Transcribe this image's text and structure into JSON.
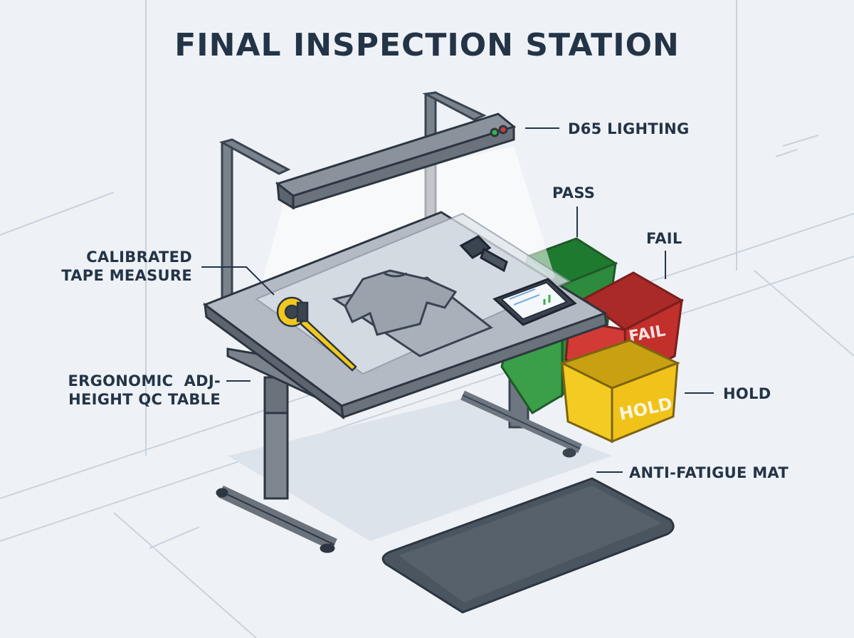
{
  "title": "FINAL INSPECTION STATION",
  "callouts": {
    "lighting": "D65 LIGHTING",
    "pass": "PASS",
    "fail": "FAIL",
    "hold": "HOLD",
    "tape_line1": "CALIBRATED",
    "tape_line2": "TAPE MEASURE",
    "table_line1": "ERGONOMIC  ADJ-",
    "table_line2": "HEIGHT QC TABLE",
    "mat": "ANTI-FATIGUE MAT"
  },
  "bin_labels": {
    "fail": "FAIL",
    "hold": "HOLD"
  },
  "colors": {
    "pass_bin": "#2e9a3e",
    "fail_bin": "#d23a35",
    "hold_bin": "#f2c81c",
    "steel": "#7a828c",
    "mat": "#4a5560",
    "ink": "#243447"
  }
}
